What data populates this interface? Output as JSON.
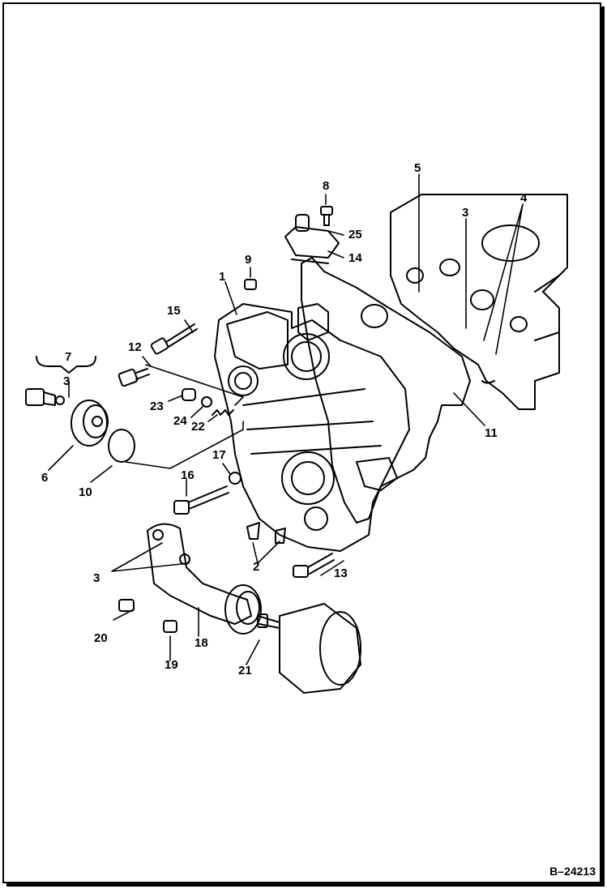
{
  "figure_ref": "B–24213",
  "callouts": {
    "c1": "1",
    "c2": "2",
    "c3a": "3",
    "c3b": "3",
    "c3c": "3",
    "c4": "4",
    "c5": "5",
    "c6": "6",
    "c7": "7",
    "c8": "8",
    "c9": "9",
    "c10": "10",
    "c11": "11",
    "c12": "12",
    "c13": "13",
    "c14": "14",
    "c15": "15",
    "c16": "16",
    "c17": "17",
    "c18": "18",
    "c19": "19",
    "c20": "20",
    "c21": "21",
    "c22": "22",
    "c23": "23",
    "c24": "24",
    "c25": "25"
  }
}
